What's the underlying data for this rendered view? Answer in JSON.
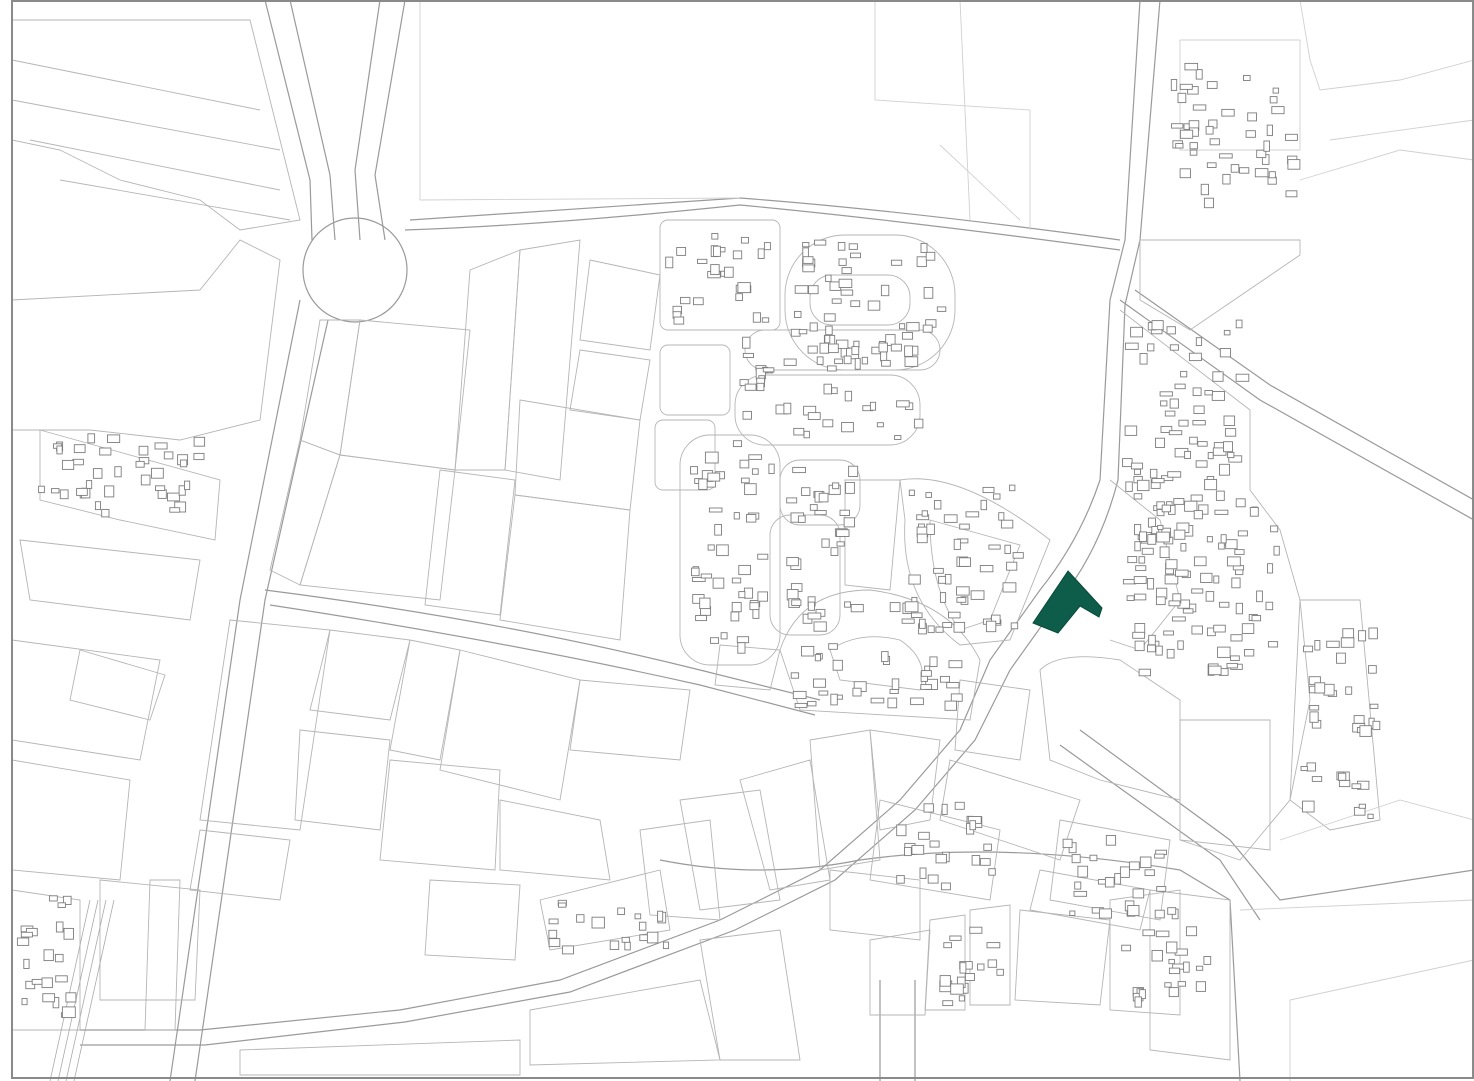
{
  "map": {
    "kind": "site-plan",
    "style": "line-drawing",
    "colors": {
      "background": "#ffffff",
      "lines": "#a8a8a8",
      "buildings": "#7d7d7d",
      "frame": "#8a8a8a",
      "highlight_fill": "#0e5c4a",
      "highlight_stroke": "#0a4a3b"
    },
    "highlight": {
      "name": "highlighted-site",
      "shape": "L-shaped parcel"
    }
  }
}
